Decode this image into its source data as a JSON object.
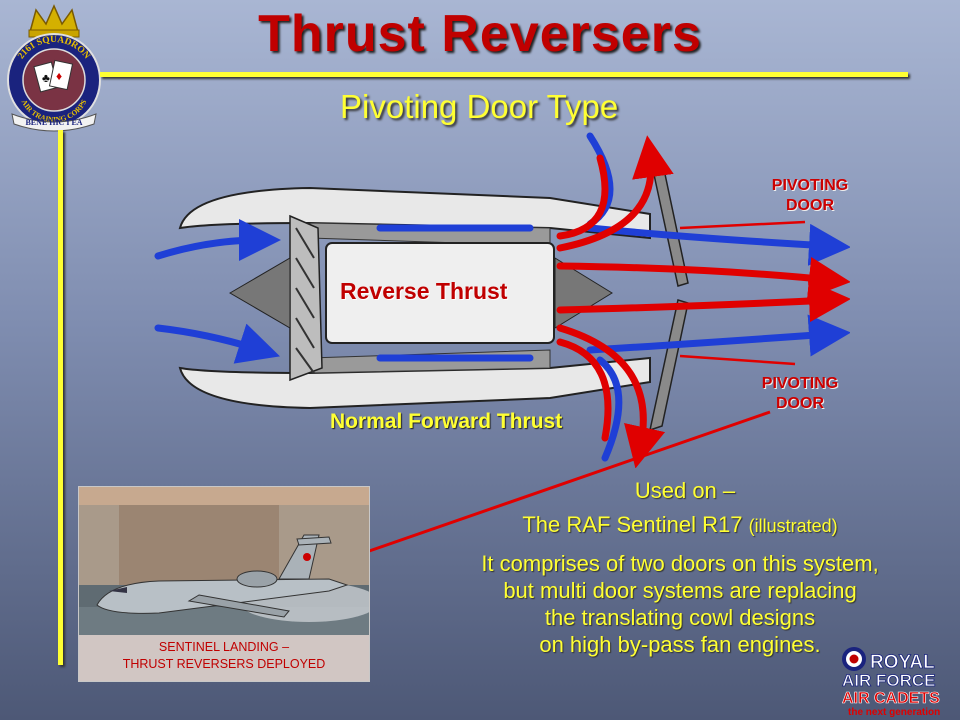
{
  "title": "Thrust Reversers",
  "subtitle": "Pivoting Door Type",
  "diagram": {
    "door_label_top": [
      "PIVOTING",
      "DOOR"
    ],
    "door_label_bottom": [
      "PIVOTING",
      "DOOR"
    ],
    "reverse_thrust_label": "Reverse Thrust",
    "forward_thrust_label": "Normal Forward Thrust"
  },
  "photo": {
    "caption_line1": "SENTINEL LANDING –",
    "caption_line2": "THRUST  REVERSERS DEPLOYED"
  },
  "text": {
    "used_on": "Used on –",
    "aircraft_main": "The RAF Sentinel R17 ",
    "aircraft_note": "(illustrated)",
    "description": [
      "It comprises of two doors on this system,",
      "but multi door systems are replacing",
      "the translating cowl designs",
      "on high by-pass fan engines."
    ]
  },
  "crest": {
    "ring_top": "2161 SQUADRON",
    "ring_bottom": "AIR TRAINING CORPS",
    "motto": "BENE HIC I EA"
  },
  "logo": {
    "line1": "ROYAL",
    "line2": "AIR FORCE",
    "line3": "AIR CADETS",
    "line4": "the next generation"
  },
  "colors": {
    "title": "#c00000",
    "accent_yellow": "#ffff33",
    "blue_flow": "#1f3fd6",
    "red_flow": "#e00000"
  }
}
